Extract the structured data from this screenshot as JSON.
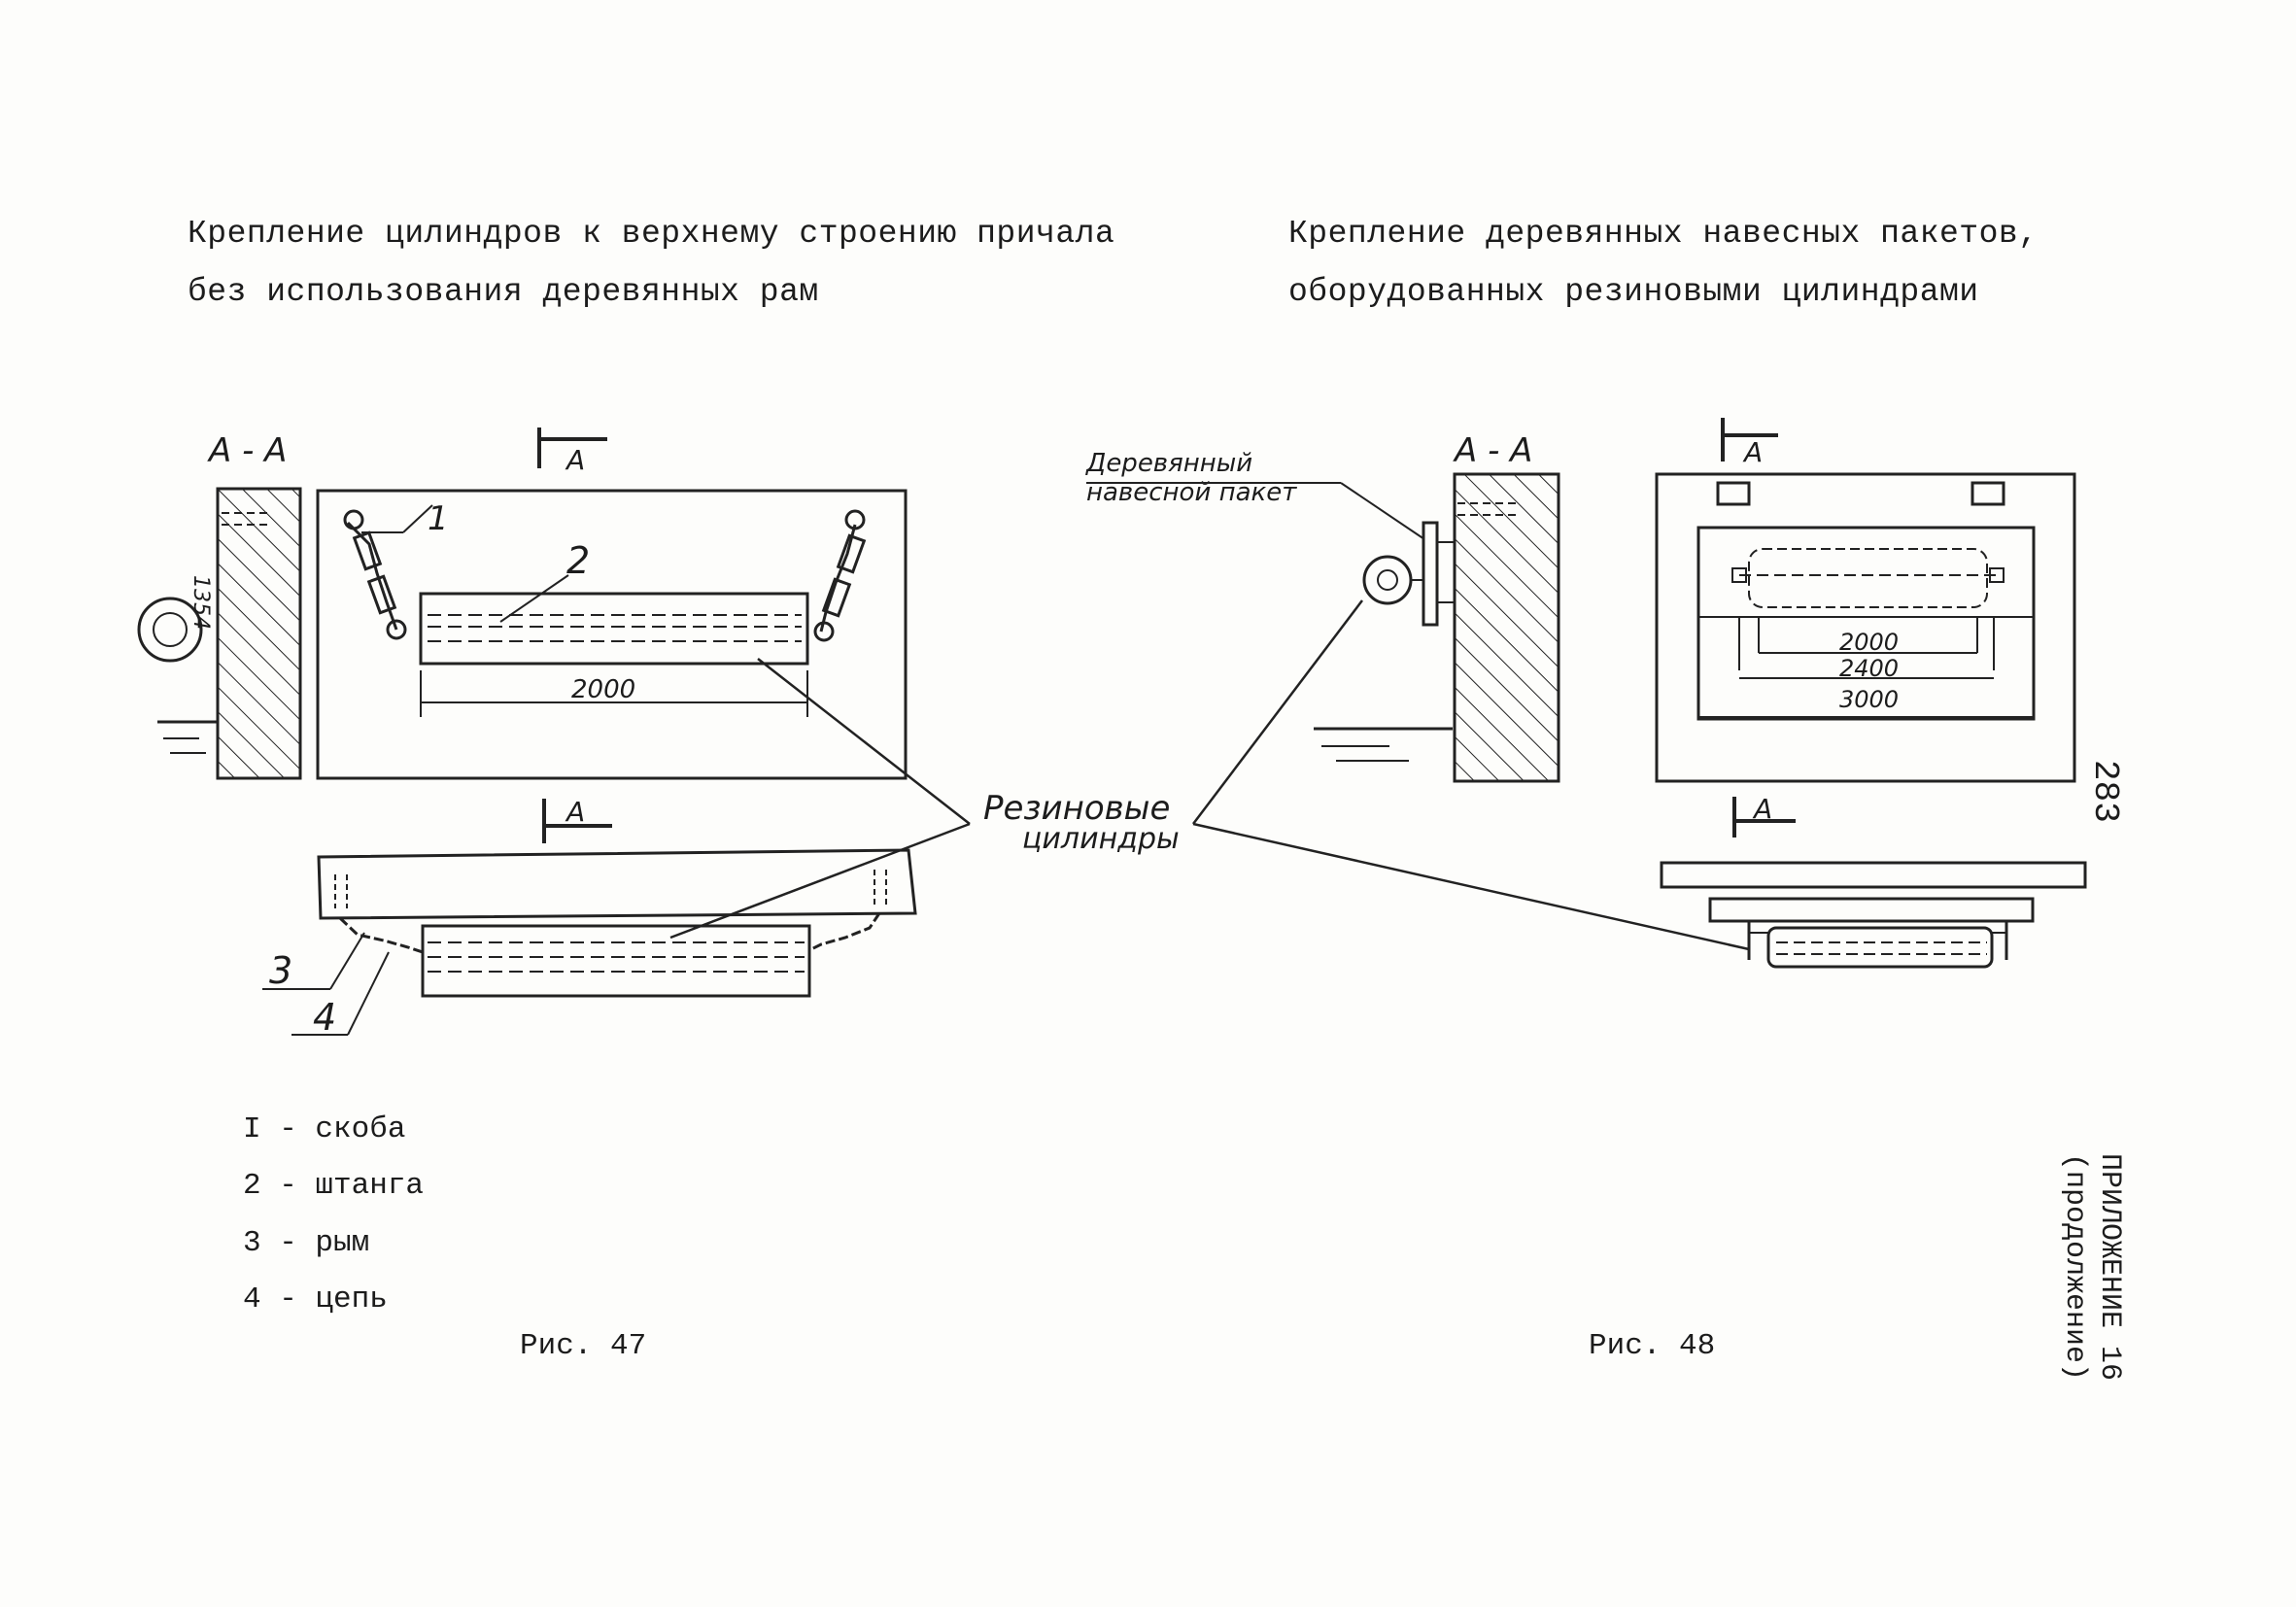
{
  "left": {
    "title_line1": "Крепление цилиндров к верхнему строению причала",
    "title_line2": "без использования деревянных рам",
    "section_label": "А - А",
    "section_mark": "А",
    "section_mark_bottom": "А",
    "side_dim": "1354",
    "callout_1": "1",
    "callout_2": "2",
    "callout_3": "3",
    "callout_4": "4",
    "dim_length": "2000",
    "legend": [
      "I - скоба",
      "2 - штанга",
      "3 - рым",
      "4 - цепь"
    ],
    "caption": "Рис. 47"
  },
  "right": {
    "title_line1": "Крепление деревянных навесных пакетов,",
    "title_line2": "оборудованных резиновыми цилиндрами",
    "section_label": "А - А",
    "section_mark": "А",
    "section_mark_bottom": "А",
    "packet_label_line1": "Деревянный",
    "packet_label_line2": "навесной пакет",
    "dim_1": "2000",
    "dim_2": "2400",
    "dim_3": "3000",
    "caption": "Рис. 48"
  },
  "center": {
    "label_line1": "Резиновые",
    "label_line2": "цилиндры"
  },
  "margin": {
    "page_number": "283",
    "appendix_line1": "ПРИЛОЖЕНИЕ 16",
    "appendix_line2": "(продолжение)"
  }
}
